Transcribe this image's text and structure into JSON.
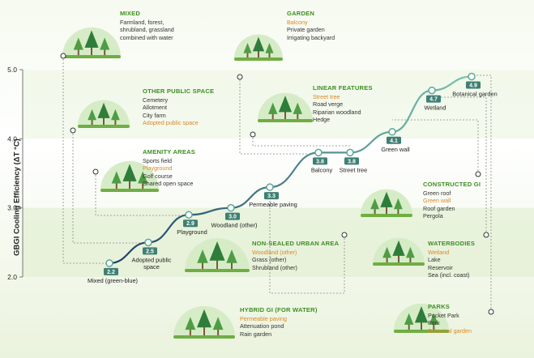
{
  "chart_data": {
    "type": "line",
    "ylabel": "GBGI Cooling Efficiency (ΔT °C)",
    "ylim": [
      2.0,
      5.0
    ],
    "yticks": [
      "2.0",
      "3.0",
      "4.0",
      "5.0"
    ],
    "points": [
      {
        "value": 2.2,
        "value_label": "2.2",
        "label": "Mixed (green-blue)"
      },
      {
        "value": 2.5,
        "value_label": "2.5",
        "label": "Adopted public\nspace"
      },
      {
        "value": 2.9,
        "value_label": "2.9",
        "label": "Playground"
      },
      {
        "value": 3.0,
        "value_label": "3.0",
        "label": "Woodland (other)"
      },
      {
        "value": 3.3,
        "value_label": "3.3",
        "label": "Permeable paving"
      },
      {
        "value": 3.8,
        "value_label": "3.8",
        "label": "Balcony"
      },
      {
        "value": 3.8,
        "value_label": "3.8",
        "label": "Street tree"
      },
      {
        "value": 4.1,
        "value_label": "4.1",
        "label": "Green wall"
      },
      {
        "value": 4.7,
        "value_label": "4.7",
        "label": "Wetland"
      },
      {
        "value": 4.9,
        "value_label": "4.9",
        "label": "Botanical garden"
      }
    ]
  },
  "categories": [
    {
      "key": "mixed",
      "title": "MIXED",
      "items": [
        "Farmland, forest,",
        "shrubland, grassland",
        "combined with water"
      ],
      "highlight": []
    },
    {
      "key": "garden",
      "title": "GARDEN",
      "items": [
        "Balcony",
        "Private garden",
        "Irrigating backyard"
      ],
      "highlight": [
        0
      ]
    },
    {
      "key": "public",
      "title": "OTHER PUBLIC SPACE",
      "items": [
        "Cemetery",
        "Allotment",
        "City farm",
        "Adopted public space"
      ],
      "highlight": [
        3
      ]
    },
    {
      "key": "linear",
      "title": "LINEAR FEATURES",
      "items": [
        "Street tree",
        "Road verge",
        "Riparian woodland",
        "Hedge"
      ],
      "highlight": [
        0
      ]
    },
    {
      "key": "amenity",
      "title": "AMENITY AREAS",
      "items": [
        "Sports field",
        "Playground",
        "Golf course",
        "Shared open space"
      ],
      "highlight": [
        1
      ]
    },
    {
      "key": "constructed",
      "title": "CONSTRUCTED GI",
      "items": [
        "Green roof",
        "Green wall",
        "Roof garden",
        "Pergola"
      ],
      "highlight": [
        1
      ]
    },
    {
      "key": "nonsealed",
      "title": "NON-SEALED URBAN AREA",
      "items": [
        "Woodland (other)",
        "Grass (other)",
        "Shrubland (other)"
      ],
      "highlight": [
        0
      ]
    },
    {
      "key": "waterbodies",
      "title": "WATERBODIES",
      "items": [
        "Wetland",
        "Lake",
        "Reservoir",
        "Sea (incl. coast)"
      ],
      "highlight": [
        0
      ]
    },
    {
      "key": "hybrid",
      "title": "HYBRID GI (FOR WATER)",
      "items": [
        "Permeable paving",
        "Attenuation pond",
        "Rain garden"
      ],
      "highlight": [
        0
      ]
    },
    {
      "key": "parks",
      "title": "PARKS",
      "items": [
        "Pocket Park",
        "Park",
        "Botanical garden"
      ],
      "highlight": [
        2
      ]
    }
  ],
  "colors": {
    "line": "#2f8b7e",
    "line_dark": "#1f3f66",
    "title_green": "#3e8e22",
    "highlight_orange": "#d9892a",
    "value_box": "#3f7f74"
  }
}
